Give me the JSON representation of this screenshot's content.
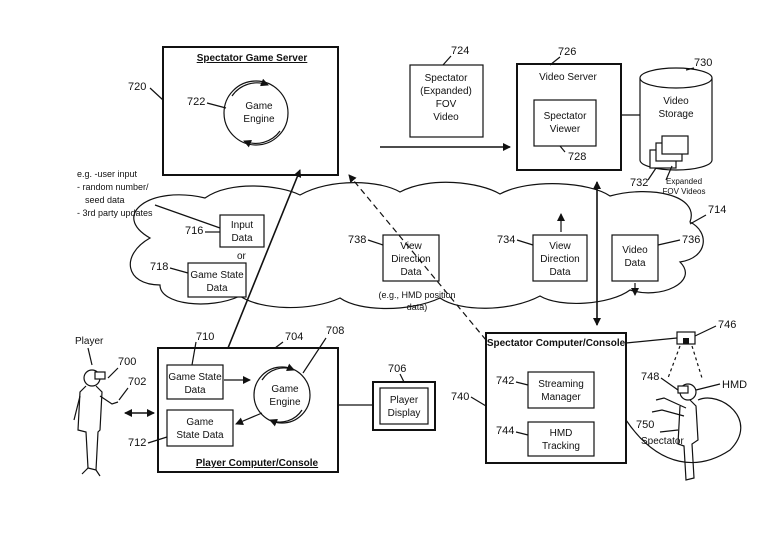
{
  "spectator_game_server": {
    "title": "Spectator Game Server",
    "ref": "720",
    "engine_label": "Game Engine",
    "engine_ref": "722"
  },
  "fov_video": {
    "label": [
      "Spectator",
      "(Expanded)",
      "FOV",
      "Video"
    ],
    "ref": "724"
  },
  "video_server": {
    "title": "Video Server",
    "ref": "726",
    "viewer_label": [
      "Spectator",
      "Viewer"
    ],
    "viewer_ref": "728"
  },
  "video_storage": {
    "label": [
      "Video",
      "Storage"
    ],
    "ref": "730",
    "files_label": [
      "Expanded",
      "FOV Videos"
    ],
    "files_ref": "732"
  },
  "network": {
    "ref": "714"
  },
  "annotation": {
    "lines": [
      "e.g. -user input",
      "- random number/",
      "seed data",
      "- 3rd party updates"
    ]
  },
  "input_data": {
    "label": [
      "Input",
      "Data"
    ],
    "ref": "716"
  },
  "or_text": "or",
  "game_state_data_net": {
    "label": [
      "Game State",
      "Data"
    ],
    "ref": "718"
  },
  "view_direction_data_1": {
    "label": [
      "View",
      "Direction",
      "Data"
    ],
    "ref": "738",
    "note": [
      "(e.g., HMD position",
      "data)"
    ]
  },
  "view_direction_data_2": {
    "label": [
      "View",
      "Direction",
      "Data"
    ],
    "ref": "734"
  },
  "video_data": {
    "label": [
      "Video",
      "Data"
    ],
    "ref": "736"
  },
  "player": {
    "label": "Player",
    "ref": "700",
    "ref2": "702"
  },
  "player_console": {
    "title": "Player Computer/Console",
    "ref": "704",
    "state_label": [
      "Game State",
      "Data"
    ],
    "state_ref": "710",
    "engine_label": [
      "Game",
      "Engine"
    ],
    "engine_ref": "708",
    "state2_label": [
      "Game",
      "State Data"
    ],
    "state2_ref": "712"
  },
  "player_display": {
    "label": [
      "Player",
      "Display"
    ],
    "ref": "706"
  },
  "spectator_console": {
    "title": "Spectator Computer/Console",
    "ref": "740",
    "streaming_label": [
      "Streaming",
      "Manager"
    ],
    "streaming_ref": "742",
    "tracking_label": [
      "HMD",
      "Tracking"
    ],
    "tracking_ref": "744"
  },
  "spectator": {
    "label": "Spectator",
    "ref": "750",
    "hmd_label": "HMD",
    "hmd_ref": "748",
    "camera_ref": "746"
  }
}
